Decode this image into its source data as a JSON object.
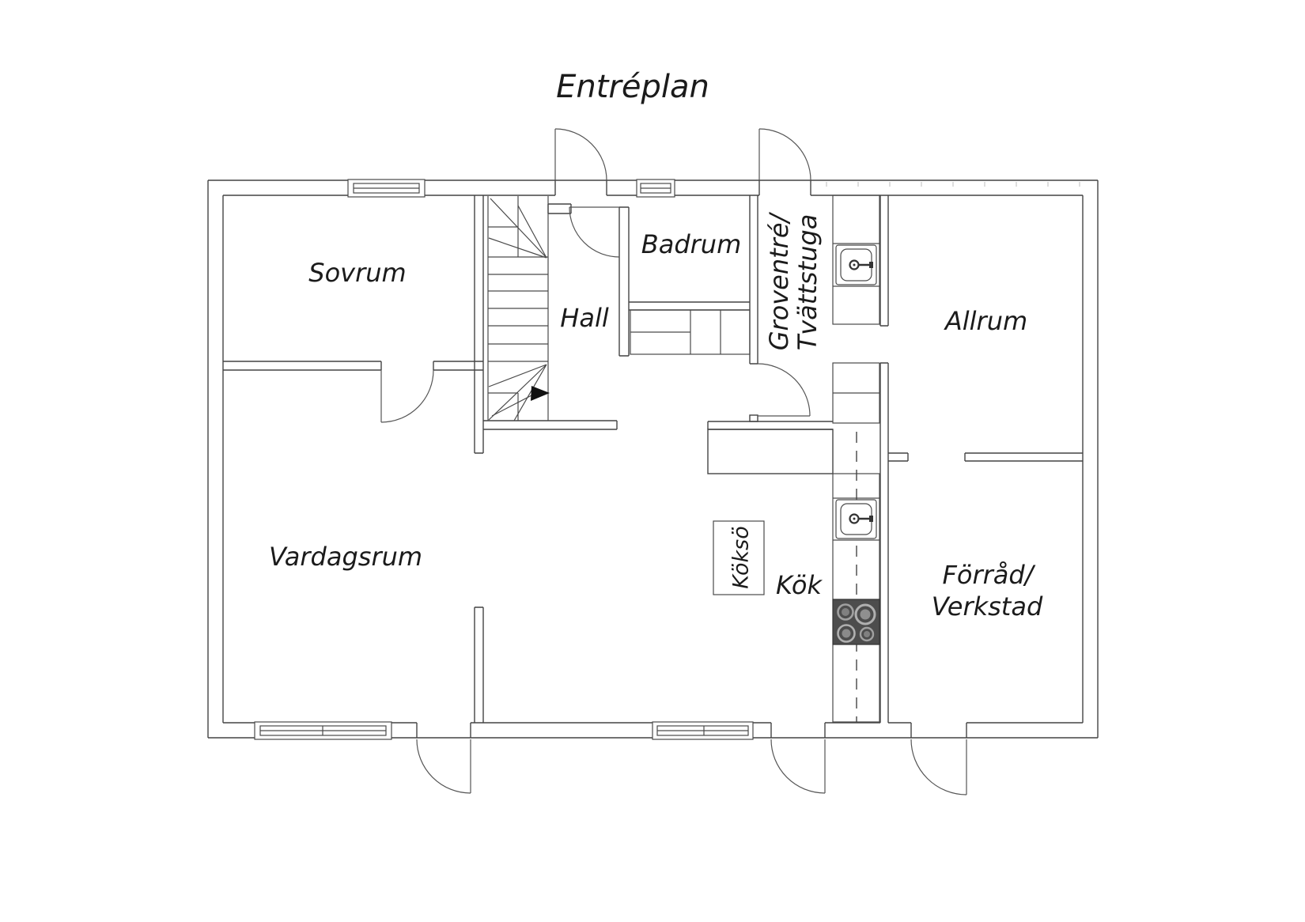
{
  "title": "Entréplan",
  "rooms": {
    "sovrum": {
      "label": "Sovrum"
    },
    "hall": {
      "label": "Hall"
    },
    "badrum": {
      "label": "Badrum"
    },
    "groventre_tvattstuga": {
      "line1": "Groventré/",
      "line2": "Tvättstuga"
    },
    "allrum": {
      "label": "Allrum"
    },
    "vardagsrum": {
      "label": "Vardagsrum"
    },
    "kok": {
      "label": "Kök"
    },
    "kokso": {
      "label": "Köksö"
    },
    "forrad_verkstad": {
      "line1": "Förråd/",
      "line2": "Verkstad"
    }
  },
  "fixtures": {
    "sinks": [
      "laundry-sink",
      "kitchen-sink"
    ],
    "stove": "four-burner-stove",
    "stairs": "winder-staircase-with-up-arrow",
    "wardrobes": "hall-wardrobes",
    "island": "kitchen-island"
  },
  "colors": {
    "line": "#444444",
    "text": "#1b1b1b",
    "stove_body": "#4d4d4d",
    "burner_ring": "#b0b0b0",
    "background": "#ffffff"
  }
}
